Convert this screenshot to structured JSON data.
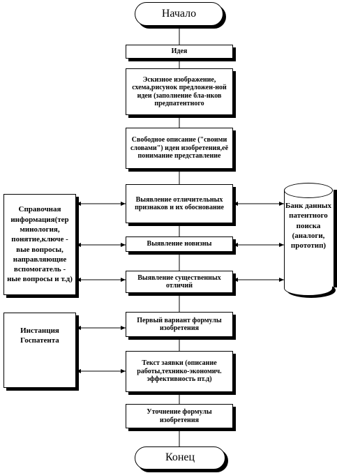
{
  "flow": {
    "start": "Начало",
    "step1": "Идея",
    "step2": "Эскизное изображение, схема,рисунок предложен-ной идеи (заполнение бла-нков предпатентного",
    "step3": "Свободное описание (\"своими словами\") идеи изобретения,её понимание представление",
    "step4": "Выявление отличительных признаков и их обоснование",
    "step5": "Выявление новизны",
    "step6": "Выявление существенных отличий",
    "step7": "Первый вариант формулы изобретения",
    "step8": "Текст заявки (описание работы,технико-экономич. эффективность пт.д)",
    "step9": "Уточнение формулы изобретения",
    "end": "Конец"
  },
  "side": {
    "reference": "Справочная информация(тер минология, понятие,ключе - вые вопросы, направляющие вспомогатель - ные вопросы и т.д)",
    "office": "Инстанция Госпатента",
    "database": "Банк данных патентного поиска (аналоги, прототип)"
  }
}
